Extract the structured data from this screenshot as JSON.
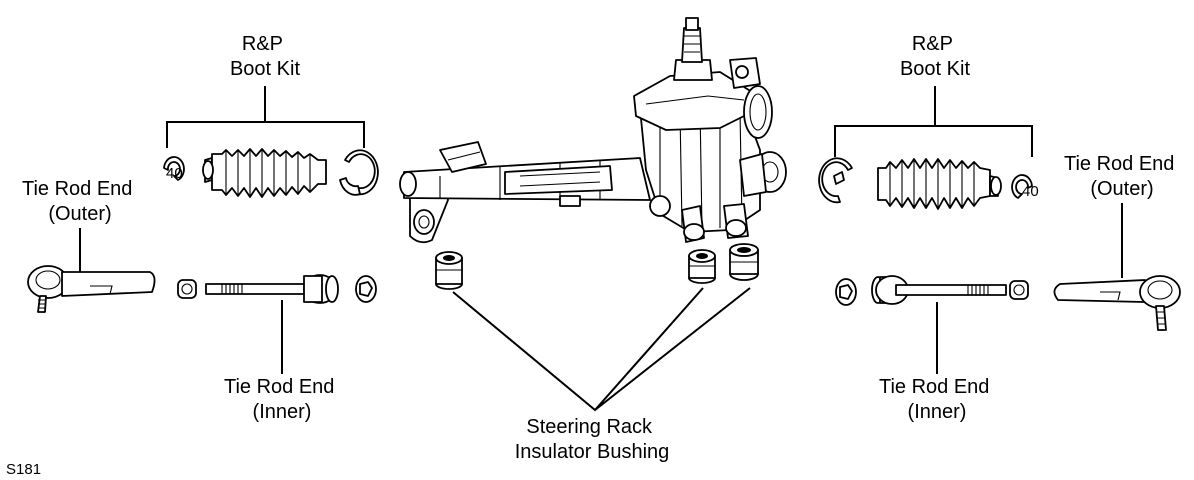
{
  "labels": {
    "boot_kit_left": [
      "R&P",
      "Boot Kit"
    ],
    "boot_kit_right": [
      "R&P",
      "Boot Kit"
    ],
    "tie_rod_outer_left": [
      "Tie Rod End",
      "(Outer)"
    ],
    "tie_rod_outer_right": [
      "Tie Rod End",
      "(Outer)"
    ],
    "tie_rod_inner_left": [
      "Tie Rod End",
      "(Inner)"
    ],
    "tie_rod_inner_right": [
      "Tie Rod End",
      "(Inner)"
    ],
    "bushing": [
      "Steering Rack",
      "Insulator Bushing"
    ]
  },
  "figure_code": "S181"
}
